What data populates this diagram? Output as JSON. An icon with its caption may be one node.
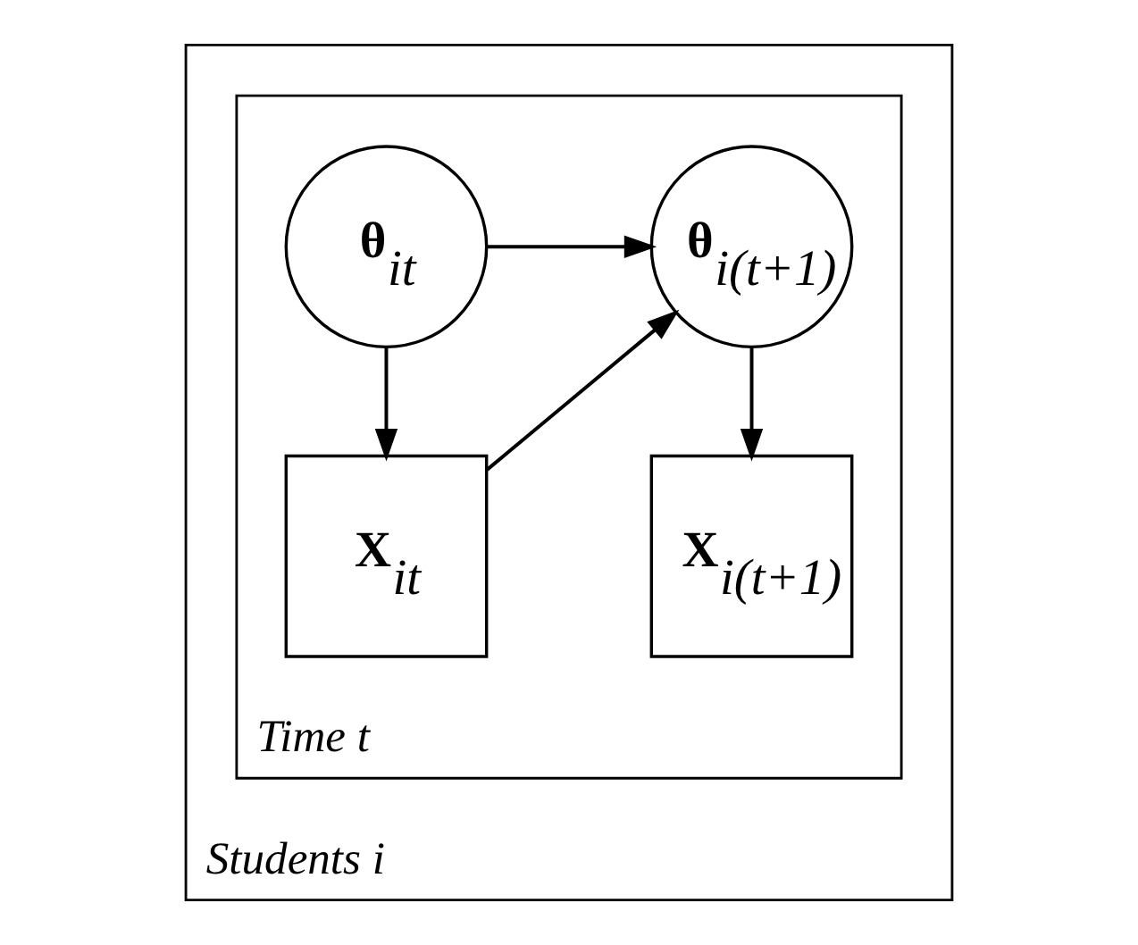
{
  "diagram": {
    "nodes": [
      {
        "text": [
          "Students i"
        ]
      },
      {
        "text": [
          "Time t"
        ],
        "in": 0
      },
      {
        "text": [
          "**θ**$_{it}$"
        ],
        "in": 1
      },
      {
        "text": [
          "**θ**$_{i(t+1)}$"
        ],
        "in": 1
      },
      {
        "text": [
          "**X**$_{it}$"
        ],
        "in": 1
      },
      {
        "text": [
          "**X**$_{i(t+1)}$"
        ],
        "in": 1
      }
    ],
    "edges": [
      {
        "from": 2,
        "to": 3,
        "arrow": "to"
      },
      {
        "from": 2,
        "to": 4,
        "arrow": "to"
      },
      {
        "from": 4,
        "to": 3,
        "arrow": "to"
      },
      {
        "from": 3,
        "to": 5,
        "arrow": "to"
      }
    ]
  }
}
